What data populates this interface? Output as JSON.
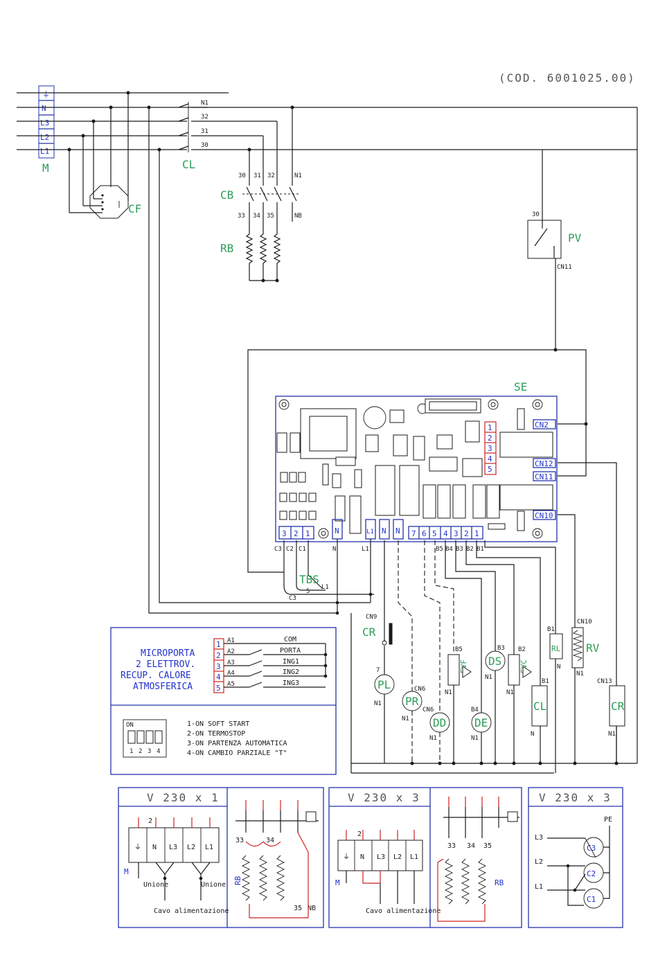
{
  "code": "(COD. 6001025.00)",
  "labels": {
    "M": "M",
    "CL": "CL",
    "CF": "CF",
    "CB": "CB",
    "RB": "RB",
    "PV": "PV",
    "SE": "SE",
    "TBS": "TBS",
    "CR": "CR",
    "RV": "RV",
    "CN11": "CN11",
    "CN9": "CN9",
    "CN10": "CN10",
    "CN13": "CN13"
  },
  "mains_terminals": [
    "⏚",
    "N",
    "L3",
    "L2",
    "L1"
  ],
  "cl_contacts": [
    "N1",
    "32",
    "31",
    "30"
  ],
  "cb_top": [
    "30",
    "31",
    "32",
    "N1"
  ],
  "cb_bottom": [
    "33",
    "34",
    "35",
    "NB"
  ],
  "pv_number": "30",
  "board": {
    "connectors_right": [
      "CN2",
      "CN12",
      "CN11",
      "CN10"
    ],
    "numbered_pins": [
      "1",
      "2",
      "3",
      "4",
      "5"
    ],
    "bottom_terminals": [
      "3",
      "2",
      "1",
      "N",
      "L1",
      "N",
      "N",
      "7",
      "6",
      "5",
      "4",
      "3",
      "2",
      "1"
    ],
    "terminal_names": [
      "C3",
      "C2",
      "C1",
      "N",
      "L1",
      "B5",
      "B4",
      "B3",
      "B2",
      "B1"
    ]
  },
  "tbs_wiring": [
    "C3",
    "5",
    "L1"
  ],
  "field_devices": [
    {
      "name": "PL",
      "pin": "7",
      "ret": "N1"
    },
    {
      "name": "PR",
      "pin": "CN6",
      "ret": "N1"
    },
    {
      "name": "DD",
      "pin": "CN6",
      "ret": "N1"
    },
    {
      "name": "EVF",
      "pin": "B5",
      "ret": "N1"
    },
    {
      "name": "DE",
      "pin": "B4",
      "ret": "N1"
    },
    {
      "name": "DS",
      "pin": "B3",
      "ret": "N1"
    },
    {
      "name": "EVC",
      "pin": "B2",
      "ret": "N1"
    },
    {
      "name": "CL",
      "pin": "B1",
      "ret": "N"
    },
    {
      "name": "RL",
      "pin": "B1",
      "ret": "N"
    },
    {
      "name": "RV",
      "pin": "CN10",
      "ret": "N1"
    },
    {
      "name": "CR",
      "pin": "CN13",
      "ret": "N1"
    }
  ],
  "io_box": {
    "functions": [
      "MICROPORTA",
      "2 ELETTROV.",
      "RECUP. CALORE",
      "ATMOSFERICA"
    ],
    "pins": [
      "1",
      "2",
      "3",
      "4",
      "5"
    ],
    "addresses": [
      "A1",
      "A2",
      "A3",
      "A4",
      "A5"
    ],
    "signals": [
      "COM",
      "PORTA",
      "ING1",
      "ING2",
      "ING3"
    ]
  },
  "dip_box": {
    "header": "ON",
    "numbers": [
      "1",
      "2",
      "3",
      "4"
    ],
    "items": [
      "1-ON SOFT START",
      "2-ON TERMOSTOP",
      "3-ON PARTENZA AUTOMATICA",
      "4-ON CAMBIO PARZIALE \"T\""
    ]
  },
  "panel1": {
    "title": "V 230 x 1",
    "terminals": [
      "⏚",
      "N",
      "L3",
      "L2",
      "L1"
    ],
    "labels": [
      "2",
      "M",
      "Unione",
      "Unione",
      "Cavo alimentazione"
    ],
    "heater_labels": [
      "33",
      "34",
      "35",
      "NB",
      "RB"
    ]
  },
  "panel2": {
    "title": "V 230 x 3",
    "terminals": [
      "⏚",
      "N",
      "L3",
      "L2",
      "L1"
    ],
    "labels": [
      "2",
      "M",
      "Cavo alimentazione"
    ],
    "heater_labels": [
      "33",
      "34",
      "35",
      "RB"
    ]
  },
  "panel3": {
    "title": "V 230 x 3",
    "phases": [
      "L3",
      "L2",
      "L1"
    ],
    "coils": [
      "C3",
      "C2",
      "C1"
    ],
    "pe": "PE"
  },
  "colors": {
    "wire": "#1a1a1a",
    "frame": "#2233aa",
    "label": "#2e9e58",
    "red_wire": "#cc2222"
  }
}
